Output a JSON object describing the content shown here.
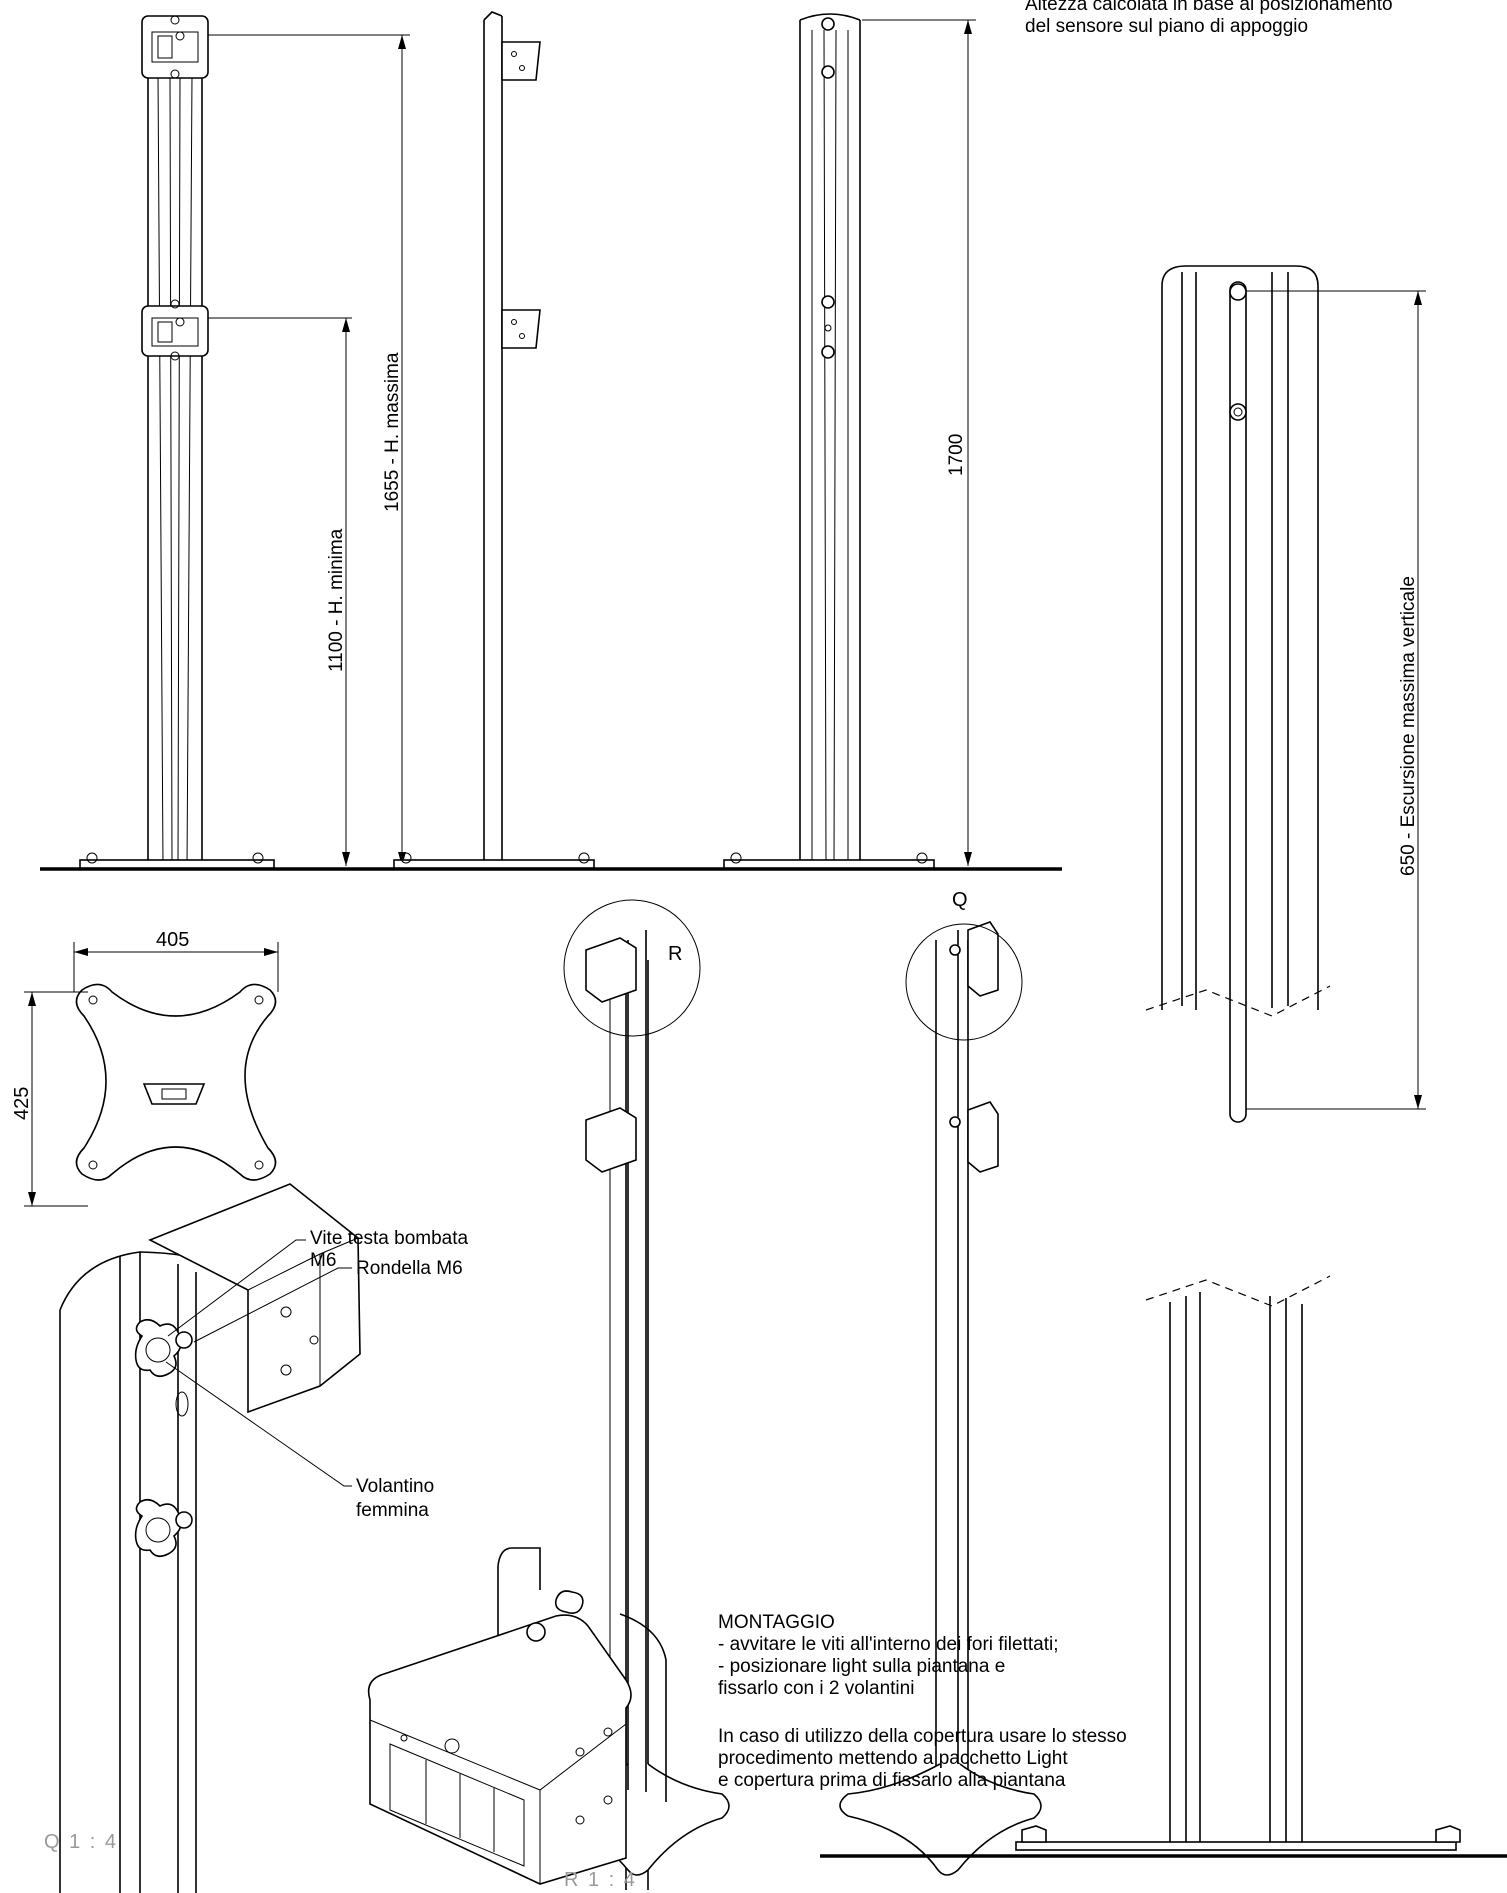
{
  "header_note": {
    "line1": "Altezza calcolata in base al posizionamento",
    "line2": "del sensore sul piano di appoggio"
  },
  "dimensions": {
    "h_min": "1100 - H. minima",
    "h_max": "1655 - H. massima",
    "h_total": "1700",
    "vertical_travel": "650 - Escursione massima verticale",
    "base_width": "405",
    "base_depth": "425"
  },
  "detail_markers": {
    "r": "R",
    "q": "Q"
  },
  "callouts": {
    "screw_line1": "Vite testa bombata",
    "screw_line2": "M6",
    "washer": "Rondella M6",
    "knob_line1": "Volantino",
    "knob_line2": "femmina"
  },
  "assembly": {
    "title": "MONTAGGIO",
    "step1": "- avvitare le viti all'interno dei fori filettati;",
    "step2": "- posizionare light sulla piantana e",
    "step3": "fissarlo con i 2 volantini",
    "note1": "In caso di utilizzo della copertura usare lo stesso",
    "note2": "procedimento mettendo a pacchetto Light",
    "note3": "e copertura prima di fissarlo alla piantana"
  },
  "scales": {
    "q": "Q 1 : 4",
    "r": "R 1 : 4"
  }
}
